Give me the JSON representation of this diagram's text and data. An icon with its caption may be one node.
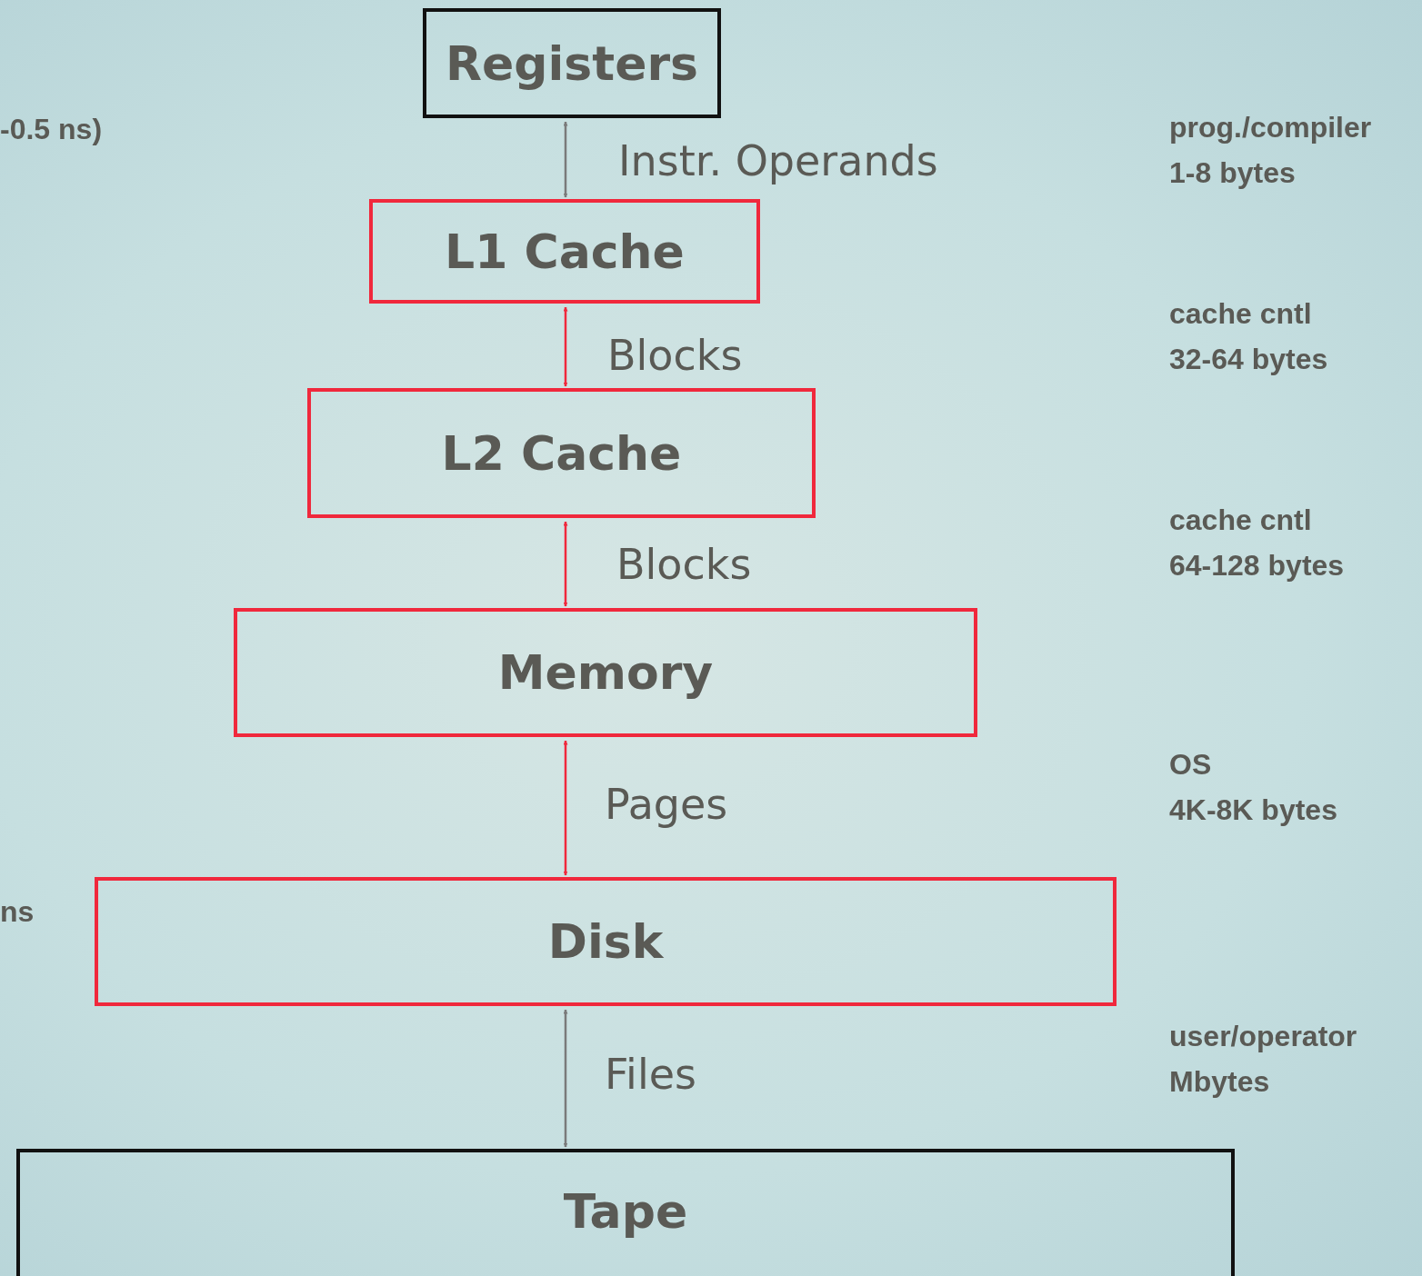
{
  "diagram": {
    "nodes": [
      {
        "text": [
          "Registers"
        ]
      },
      {
        "text": [
          "L1 Cache"
        ]
      },
      {
        "text": [
          "L2 Cache"
        ]
      },
      {
        "text": [
          "Memory"
        ]
      },
      {
        "text": [
          "Disk"
        ]
      },
      {
        "text": [
          "Tape"
        ]
      }
    ],
    "edges": [
      {
        "from": 0,
        "to": 1,
        "arrow": "both",
        "label": "Instr. Operands",
        "color": "#7a7a7a"
      },
      {
        "from": 1,
        "to": 2,
        "arrow": "both",
        "label": "Blocks"
      },
      {
        "from": 2,
        "to": 3,
        "arrow": "both",
        "label": "Blocks"
      },
      {
        "from": 3,
        "to": 4,
        "arrow": "both",
        "label": "Pages"
      },
      {
        "from": 4,
        "to": 5,
        "arrow": "both",
        "label": "Files",
        "color": "#7a7a7a"
      }
    ],
    "labels": [
      "-0.5 ns)",
      "prog./compiler",
      "1-8 bytes",
      "cache cntl",
      "32-64 bytes",
      "cache cntl",
      "64-128 bytes",
      "OS",
      "4K-8K bytes",
      "ns",
      "user/operator",
      "Mbytes"
    ]
  }
}
